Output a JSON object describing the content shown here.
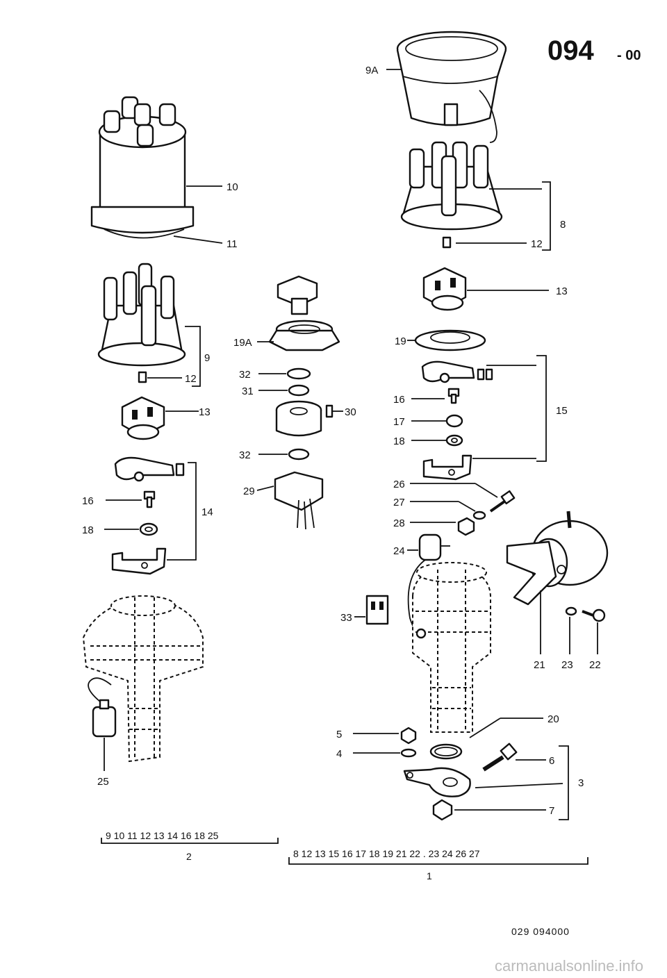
{
  "header": {
    "title": "094",
    "suffix": "- 00"
  },
  "callouts": {
    "c9A": "9A",
    "c10": "10",
    "c11": "11",
    "c8": "8",
    "c12a": "12",
    "c12b": "12",
    "c13a": "13",
    "c13b": "13",
    "c9": "9",
    "c19A": "19A",
    "c19": "19",
    "c32a": "32",
    "c31": "31",
    "c30": "30",
    "c32b": "32",
    "c29": "29",
    "c15": "15",
    "c16a": "16",
    "c17": "17",
    "c18a": "18",
    "c16b": "16",
    "c18b": "18",
    "c14": "14",
    "c26": "26",
    "c27": "27",
    "c28": "28",
    "c24": "24",
    "c33": "33",
    "c21": "21",
    "c23": "23",
    "c22": "22",
    "c20": "20",
    "c5": "5",
    "c4": "4",
    "c6": "6",
    "c3": "3",
    "c7": "7",
    "c25": "25"
  },
  "groups": {
    "g2_items": "9  10  11  12  13  14  16  18  25",
    "g2_label": "2",
    "g1_items": "8  12  13  15  16  17  18  19  21  22 . 23  24  26  27",
    "g1_label": "1"
  },
  "footer": {
    "code": "029  094000",
    "watermark": "carmanualsonline.info"
  }
}
